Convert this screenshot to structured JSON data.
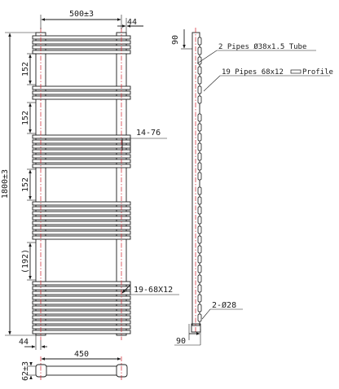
{
  "front_view": {
    "width_dim": "500±3",
    "side_offset_top": "44",
    "height_dim": "1800±3",
    "gap_1": "152",
    "gap_2": "152",
    "gap_3": "152",
    "gap_4": "(192)",
    "bottom_offset": "44",
    "callout_profile": "14-76",
    "callout_bars": "19-68X12"
  },
  "side_view": {
    "top_depth": "90",
    "bottom_depth": "90",
    "label_tubes": "2 Pipes Ø38x1.5 Tube",
    "label_bars": "19 Pipes 68x12",
    "label_bars_suffix": "Profile",
    "label_connections": "2-Ø28"
  },
  "bottom_view": {
    "centers_dim": "450",
    "depth_dim": "62±3"
  },
  "colors": {
    "line": "#1a1a1a",
    "centerline": "#d2202a"
  }
}
